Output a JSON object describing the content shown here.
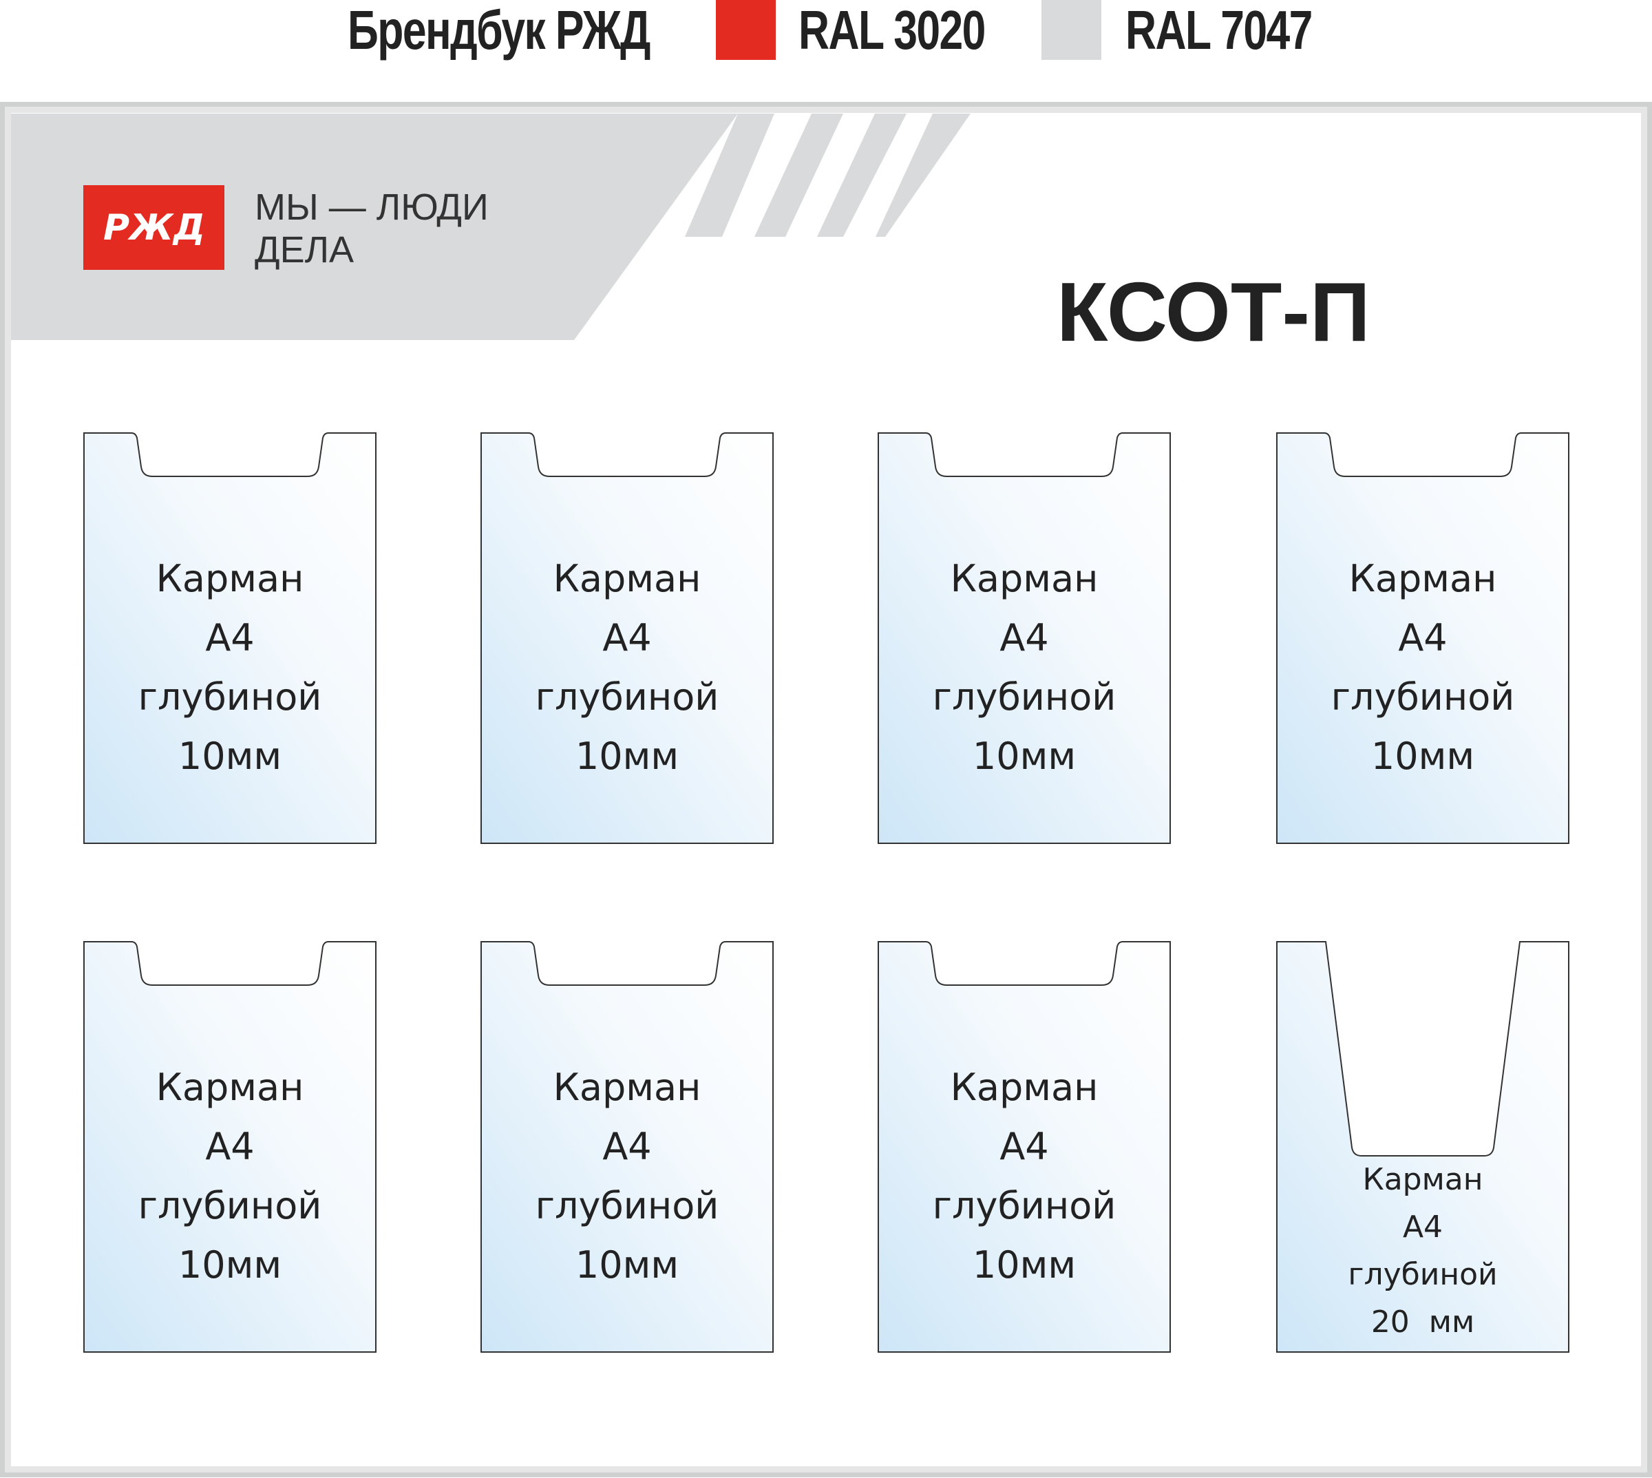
{
  "header": {
    "brandbook": "Брендбук РЖД",
    "color1_label": "RAL 3020",
    "color2_label": "RAL 7047"
  },
  "colors": {
    "ral3020": "#e32b22",
    "ral7047": "#d9dadb",
    "pocket_tint": "#cfe7f7"
  },
  "board": {
    "logo_text": "РЖД",
    "slogan_line1": "МЫ — ЛЮДИ",
    "slogan_line2": "ДЕЛА",
    "title": "КСОТ-П"
  },
  "pockets": [
    {
      "l1": "Карман",
      "l2": "А4",
      "l3": "глубиной",
      "l4": "10мм"
    },
    {
      "l1": "Карман",
      "l2": "А4",
      "l3": "глубиной",
      "l4": "10мм"
    },
    {
      "l1": "Карман",
      "l2": "А4",
      "l3": "глубиной",
      "l4": "10мм"
    },
    {
      "l1": "Карман",
      "l2": "А4",
      "l3": "глубиной",
      "l4": "10мм"
    },
    {
      "l1": "Карман",
      "l2": "А4",
      "l3": "глубиной",
      "l4": "10мм"
    },
    {
      "l1": "Карман",
      "l2": "А4",
      "l3": "глубиной",
      "l4": "10мм"
    },
    {
      "l1": "Карман",
      "l2": "А4",
      "l3": "глубиной",
      "l4": "10мм"
    },
    {
      "l1": "Карман",
      "l2": "А4",
      "l3": "глубиной",
      "l4": "20  мм"
    }
  ]
}
